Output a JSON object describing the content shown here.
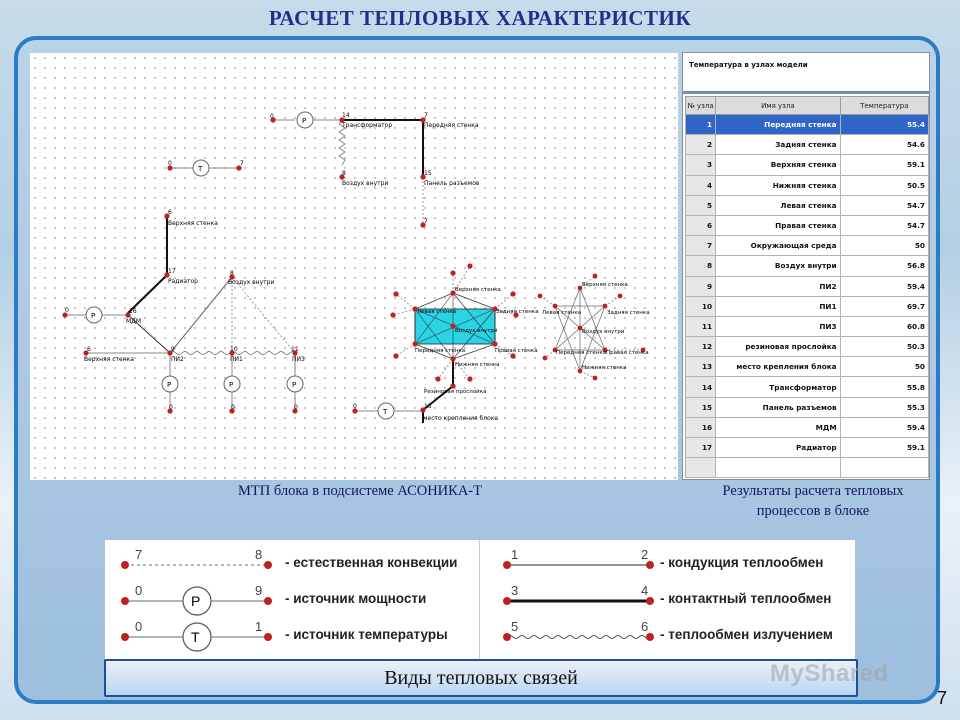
{
  "slide": {
    "title": "РАСЧЕТ ТЕПЛОВЫХ ХАРАКТЕРИСТИК",
    "page_number": "7",
    "watermark": "MyShared"
  },
  "diagram": {
    "caption": "МТП блока в подсистеме АСОНИКА-Т",
    "labels": {
      "n1_node": "14",
      "n1_text": "Трансформатор",
      "n2_node": "7",
      "n2_text": "Передняя стенка",
      "n3_node": "8",
      "n3_text": "Воздух внутри",
      "n4_node": "15",
      "n4_text": "Панель разъемов",
      "n5_node": "7",
      "n6_node": "0",
      "n7_node": "0",
      "n8_node": "7",
      "n9_node": "6",
      "n9_text": "Верхняя стенка",
      "n10_node": "17",
      "n10_text": "Радиатор",
      "n11_node": "8",
      "n11_text": "Воздух внутри",
      "n12_node": "0",
      "n13_node": "16",
      "n13_text": "МДМ",
      "n14_node": "6",
      "n14_text": "Верхняя стенка",
      "n15_node": "9",
      "n15_text": "ПИ2",
      "n16_node": "10",
      "n16_text": "ПИ1",
      "n17_node": "11",
      "n17_text": "ПИ3",
      "n18_node": "0",
      "n19_node": "0",
      "n20_node": "0",
      "box_top": "Верхняя стенка",
      "box_left": "Левая стенка",
      "box_right": "Задняя стенка",
      "box_center": "Воздух внутри",
      "box_bottom_left": "Передняя стенка",
      "box_bottom_right": "Правая стенка",
      "box_bottom": "Нижняя стенка",
      "box_lower": "Резиновая прослойка",
      "n21_node": "0",
      "n22_node": "13",
      "n22_text": "место крепления блока",
      "star_top": "Верхняя стенка",
      "star_left": "Левая стенка",
      "star_right": "Задняя стенка",
      "star_center": "Воздух внутри",
      "star_bottom_left": "Передняя стенка",
      "star_bottom_right": "Правая стенка",
      "star_bottom": "Нижняя стенка",
      "p_symbol": "P",
      "t_symbol": "T"
    }
  },
  "results_table": {
    "title": "Температура в узлах модели",
    "caption_line1": "Результаты расчета тепловых",
    "caption_line2": "процессов в блоке",
    "headers": [
      "№ узла",
      "Имя узла",
      "Температура"
    ],
    "rows": [
      {
        "num": "1",
        "name": "Передняя стенка",
        "temp": "55.4",
        "selected": true
      },
      {
        "num": "2",
        "name": "Задняя стенка",
        "temp": "54.6"
      },
      {
        "num": "3",
        "name": "Верхняя стенка",
        "temp": "59.1"
      },
      {
        "num": "4",
        "name": "Нижняя стенка",
        "temp": "50.5"
      },
      {
        "num": "5",
        "name": "Левая стенка",
        "temp": "54.7"
      },
      {
        "num": "6",
        "name": "Правая стенка",
        "temp": "54.7"
      },
      {
        "num": "7",
        "name": "Окружающая среда",
        "temp": "50"
      },
      {
        "num": "8",
        "name": "Воздух внутри",
        "temp": "56.8"
      },
      {
        "num": "9",
        "name": "ПИ2",
        "temp": "59.4"
      },
      {
        "num": "10",
        "name": "ПИ1",
        "temp": "69.7"
      },
      {
        "num": "11",
        "name": "ПИ3",
        "temp": "60.8"
      },
      {
        "num": "12",
        "name": "резиновая прослойка",
        "temp": "50.3"
      },
      {
        "num": "13",
        "name": "место крепления блока",
        "temp": "50"
      },
      {
        "num": "14",
        "name": "Трансформатор",
        "temp": "55.8"
      },
      {
        "num": "15",
        "name": "Панель разъемов",
        "temp": "55.3"
      },
      {
        "num": "16",
        "name": "МДМ",
        "temp": "59.4"
      },
      {
        "num": "17",
        "name": "Радиатор",
        "temp": "59.1"
      }
    ]
  },
  "legend": {
    "footer_title": "Виды тепловых связей",
    "items": [
      {
        "from": "7",
        "to": "8",
        "label": "- естественная конвекции",
        "symbol": ""
      },
      {
        "from": "0",
        "to": "9",
        "label": "- источник мощности",
        "symbol": "P"
      },
      {
        "from": "0",
        "to": "1",
        "label": "- источник температуры",
        "symbol": "T"
      },
      {
        "from": "1",
        "to": "2",
        "label": "- кондукция теплообмен",
        "symbol": ""
      },
      {
        "from": "3",
        "to": "4",
        "label": "- контактный теплообмен",
        "symbol": ""
      },
      {
        "from": "5",
        "to": "6",
        "label": "- теплообмен излучением",
        "symbol": ""
      }
    ]
  }
}
